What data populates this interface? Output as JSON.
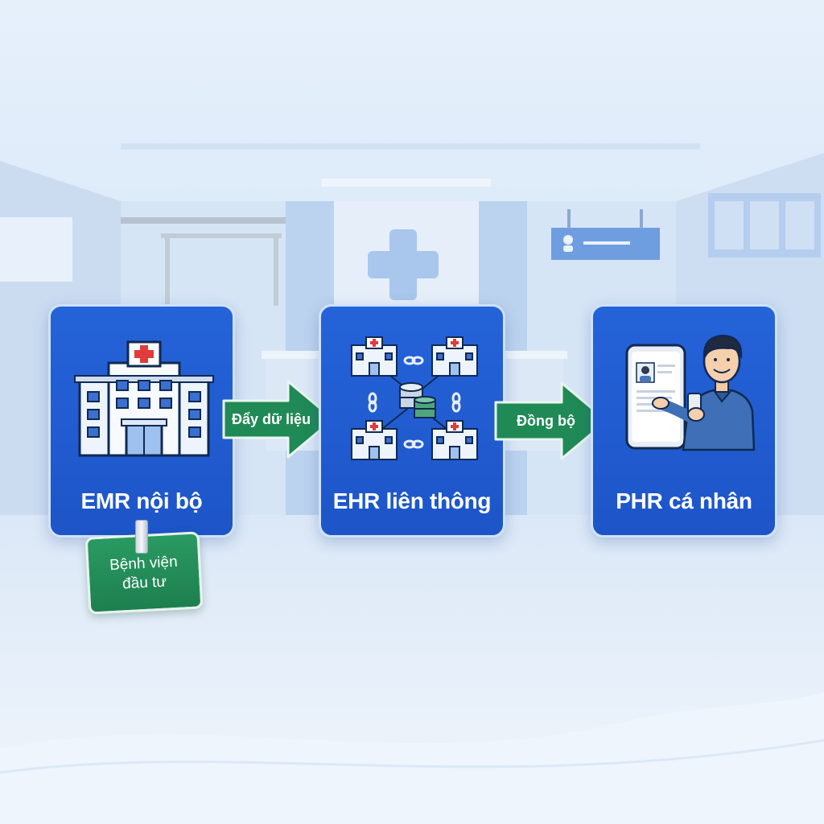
{
  "flow": {
    "steps": [
      {
        "label": "EMR nội bộ"
      },
      {
        "label": "EHR liên thông"
      },
      {
        "label": "PHR cá nhân"
      }
    ],
    "arrows": [
      {
        "label": "Đẩy dữ liệu"
      },
      {
        "label": "Đồng bộ"
      }
    ],
    "tag": {
      "line1": "Bệnh viện",
      "line2": "đầu tư"
    }
  },
  "colors": {
    "card_blue": "#1f5fd3",
    "arrow_green": "#1f8a55",
    "background": "#e3eefa"
  },
  "icons": [
    "hospital-icon",
    "network-icon",
    "patient-phone-icon"
  ]
}
